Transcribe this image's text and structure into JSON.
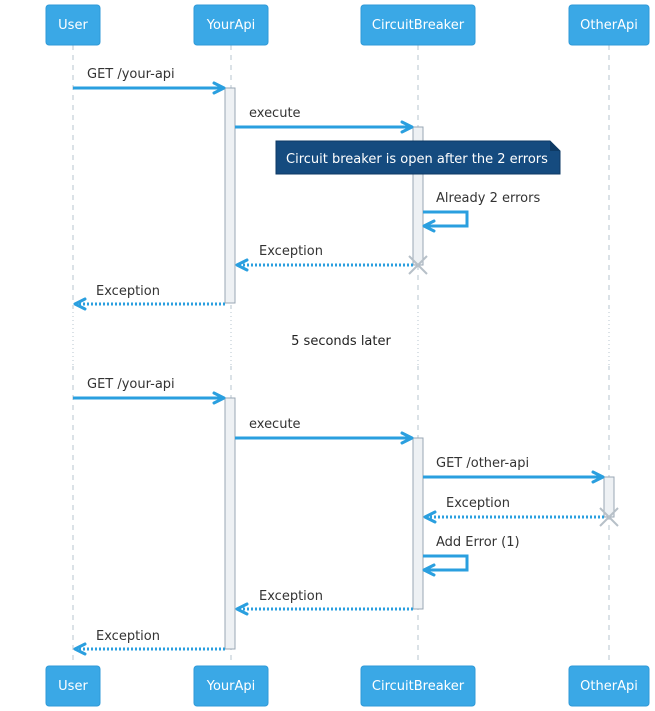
{
  "participants": [
    {
      "id": "user",
      "label": "User"
    },
    {
      "id": "yourapi",
      "label": "YourApi"
    },
    {
      "id": "circuitbreaker",
      "label": "CircuitBreaker"
    },
    {
      "id": "otherapi",
      "label": "OtherApi"
    }
  ],
  "messages": [
    {
      "label": "GET /your-api"
    },
    {
      "label": "execute"
    },
    {
      "label": "Already 2 errors"
    },
    {
      "label": "Exception"
    },
    {
      "label": "Exception"
    },
    {
      "label": "GET /your-api"
    },
    {
      "label": "execute"
    },
    {
      "label": "GET /other-api"
    },
    {
      "label": "Exception"
    },
    {
      "label": "Add Error (1)"
    },
    {
      "label": "Exception"
    },
    {
      "label": "Exception"
    }
  ],
  "note": {
    "text": "Circuit breaker is open after the 2 errors"
  },
  "delay": {
    "text": "5 seconds later"
  },
  "colors": {
    "participant": "#3aa8e6",
    "arrow": "#2a9fdf",
    "note": "#154b7f"
  }
}
